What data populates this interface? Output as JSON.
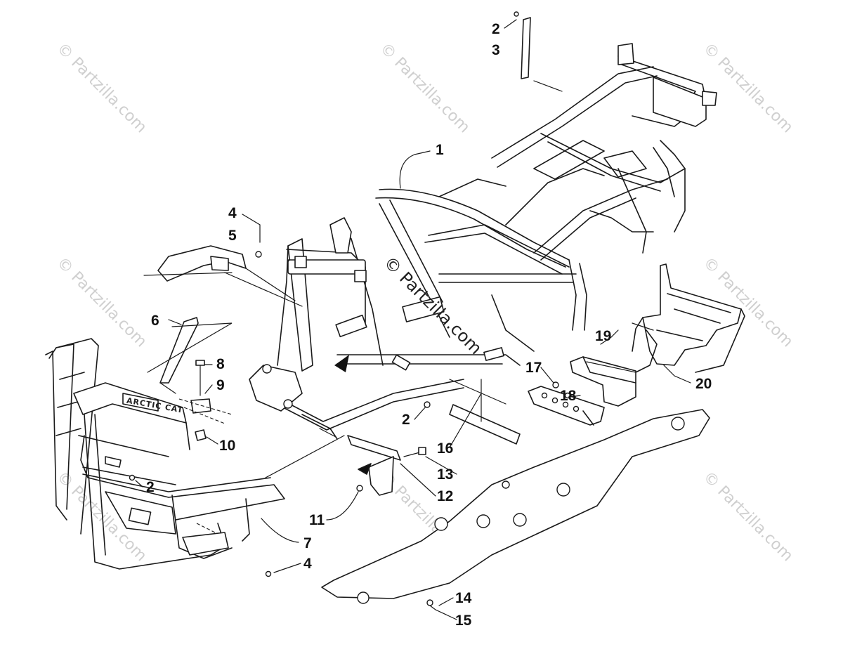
{
  "watermark": "© Partzilla.com",
  "brand_plate": "ARCTIC CAT",
  "callouts": [
    {
      "id": "c1",
      "text": "1"
    },
    {
      "id": "c2a",
      "text": "2"
    },
    {
      "id": "c3",
      "text": "3"
    },
    {
      "id": "c4a",
      "text": "4"
    },
    {
      "id": "c5",
      "text": "5"
    },
    {
      "id": "c6",
      "text": "6"
    },
    {
      "id": "c8",
      "text": "8"
    },
    {
      "id": "c9",
      "text": "9"
    },
    {
      "id": "c10",
      "text": "10"
    },
    {
      "id": "c2b",
      "text": "2"
    },
    {
      "id": "c7",
      "text": "7"
    },
    {
      "id": "c4b",
      "text": "4"
    },
    {
      "id": "c2c",
      "text": "2"
    },
    {
      "id": "c16",
      "text": "16"
    },
    {
      "id": "c13",
      "text": "13"
    },
    {
      "id": "c12",
      "text": "12"
    },
    {
      "id": "c11",
      "text": "11"
    },
    {
      "id": "c17",
      "text": "17"
    },
    {
      "id": "c18",
      "text": "18"
    },
    {
      "id": "c19",
      "text": "19"
    },
    {
      "id": "c20",
      "text": "20"
    },
    {
      "id": "c14",
      "text": "14"
    },
    {
      "id": "c15",
      "text": "15"
    }
  ]
}
